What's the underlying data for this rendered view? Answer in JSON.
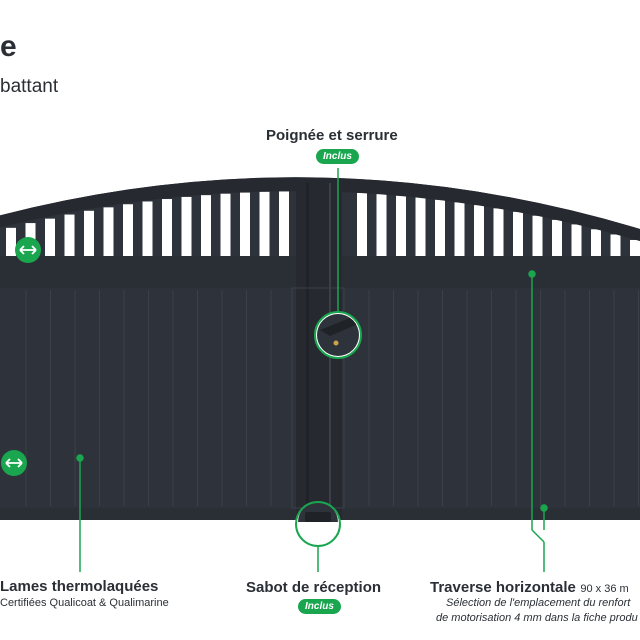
{
  "header": {
    "title": "e",
    "subtitle": "battant"
  },
  "callouts": {
    "handle": {
      "title": "Poignée et serrure",
      "badge": "Inclus"
    },
    "slats": {
      "title": "Lames thermolaquées",
      "detail": "Certifiées Qualicoat & Qualimarine"
    },
    "shoe": {
      "title": "Sabot de réception",
      "badge": "Inclus"
    },
    "crossbar": {
      "title": "Traverse horizontale",
      "dimension": "90 x 36 m",
      "note_line1": "Sélection de l'emplacement du renfort",
      "note_line2": "de motorisation 4 mm dans la fiche produ"
    }
  },
  "colors": {
    "gate": "#2e333b",
    "gate_dark": "#22262c",
    "accent_green": "#1aa64f",
    "text": "#2a2f36"
  },
  "icons": [
    "arrow-left-right-icon",
    "lock-handle-icon",
    "gate-shoe-icon"
  ]
}
